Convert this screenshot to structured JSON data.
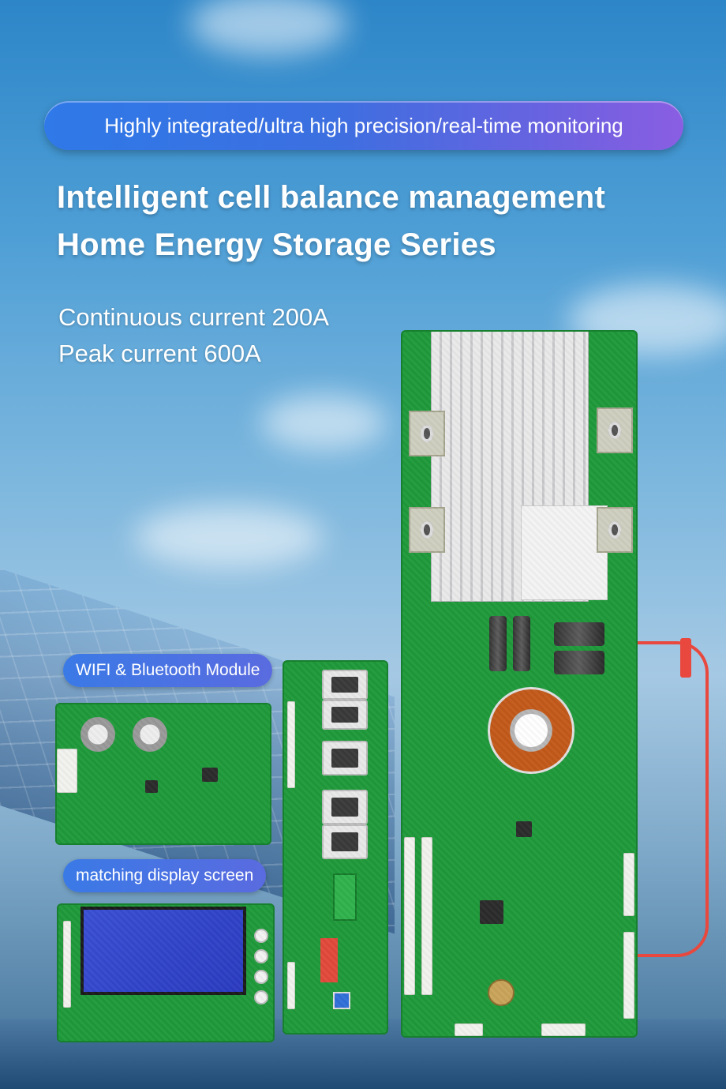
{
  "banner": {
    "tagline": "Highly integrated/ultra high precision/real-time monitoring",
    "headline_line1": "Intelligent cell balance management",
    "headline_line2": "Home Energy Storage Series",
    "spec_line1": "Continuous current 200A",
    "spec_line2": "Peak current 600A"
  },
  "labels": {
    "wifi_module": "WIFI & Bluetooth Module",
    "display_screen": "matching display screen"
  },
  "colors": {
    "accent_blue": "#2f79e8",
    "accent_purple": "#8a5ee2",
    "pcb_green": "#1f9a3a",
    "wire_red": "#e8483d",
    "lcd_blue": "#3b4fd6"
  }
}
